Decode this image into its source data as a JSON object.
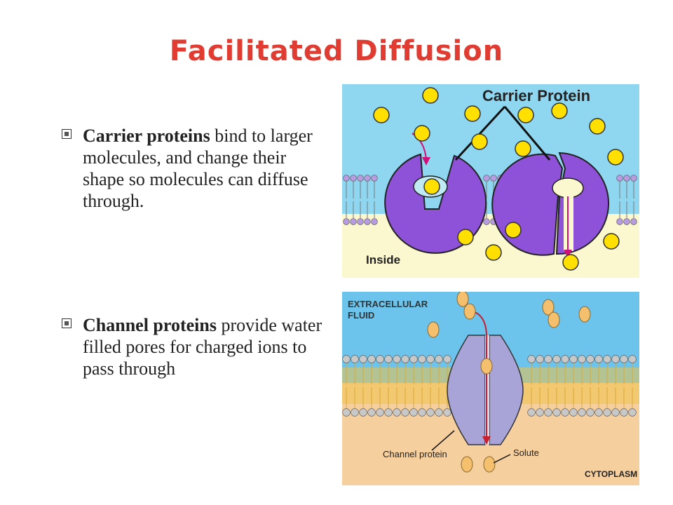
{
  "title": "Facilitated Diffusion",
  "bullets": [
    {
      "bold": "Carrier proteins",
      "text": " bind to larger molecules, and change their shape so molecules can diffuse through."
    },
    {
      "bold": "Channel proteins",
      "text": " provide water filled pores for charged ions to pass through"
    }
  ],
  "carrier_figure": {
    "label_top": "Carrier Protein",
    "label_inside": "Inside",
    "colors": {
      "outside": "#8fd7f0",
      "inside": "#fbf7cf",
      "protein": "#8e52d8",
      "molecule": "#ffe000",
      "arrow": "#d0107a"
    }
  },
  "channel_figure": {
    "label_extracellular_1": "EXTRACELLULAR",
    "label_extracellular_2": "FLUID",
    "label_channel": "Channel protein",
    "label_solute": "Solute",
    "label_cytoplasm": "CYTOPLASM",
    "colors": {
      "outside": "#6cc4ec",
      "inside": "#f6cf9e",
      "membrane": "#efc24b",
      "protein": "#a9a4d8",
      "solute": "#f5c06d",
      "arrow": "#c8202c"
    }
  }
}
